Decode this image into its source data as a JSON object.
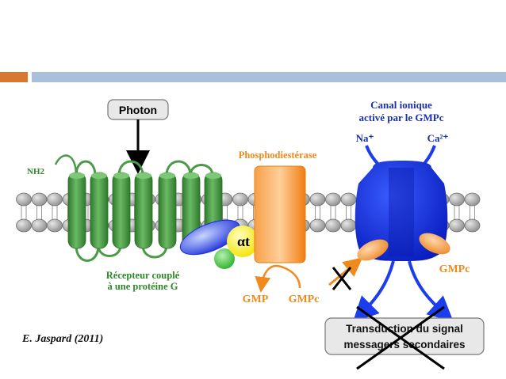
{
  "labels": {
    "photon": "Photon",
    "nh2": "NH2",
    "receptor_line1": "Récepteur couplé",
    "receptor_line2": "à une protéine G",
    "alpha_t": "αt",
    "phosphodiesterase": "Phosphodiestérase",
    "channel_line1": "Canal ionique",
    "channel_line2": "activé par le GMPc",
    "na": "Na⁺",
    "ca": "Ca²⁺",
    "gmp": "GMP",
    "gmpc_bottom": "GMPc",
    "gmpc_right": "GMPc",
    "signal_line1": "Transduction du signal",
    "signal_line2": "messagers secondaires",
    "credit": "E. Jaspard (2011)"
  },
  "colors": {
    "accent_orange": "#d9772e",
    "accent_blue": "#a9bfdc",
    "receptor_green": "#4b9a48",
    "receptor_label": "#2f8a2a",
    "pde_orange": "#f08a1c",
    "channel_blue": "#1c3cf0",
    "channel_label": "#1a2fb0",
    "membrane_grey": "#b5b5b5"
  }
}
